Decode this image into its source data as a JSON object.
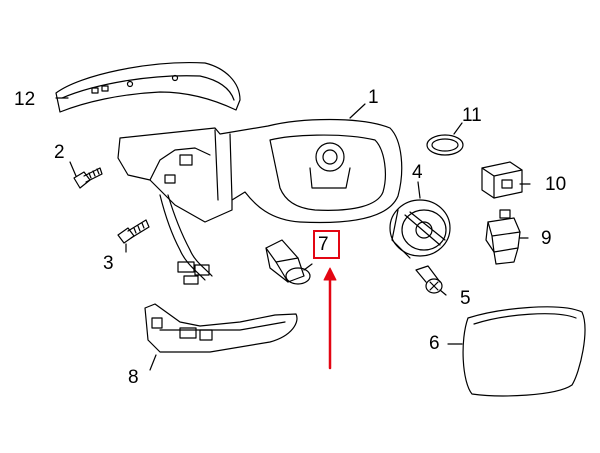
{
  "diagram": {
    "callouts": [
      {
        "id": "1",
        "label": "1"
      },
      {
        "id": "2",
        "label": "2"
      },
      {
        "id": "3",
        "label": "3"
      },
      {
        "id": "4",
        "label": "4"
      },
      {
        "id": "5",
        "label": "5"
      },
      {
        "id": "6",
        "label": "6"
      },
      {
        "id": "7",
        "label": "7"
      },
      {
        "id": "8",
        "label": "8"
      },
      {
        "id": "9",
        "label": "9"
      },
      {
        "id": "10",
        "label": "10"
      },
      {
        "id": "11",
        "label": "11"
      },
      {
        "id": "12",
        "label": "12"
      }
    ],
    "highlighted_callout": "7",
    "highlight_color": "#e30613",
    "line_color": "#000000"
  }
}
